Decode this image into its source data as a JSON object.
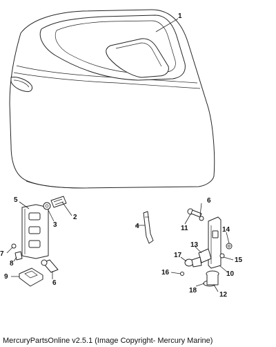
{
  "caption": "MercuryPartsOnline v2.5.1 (Image Copyright- Mercury Marine)",
  "callouts": {
    "c1": "1",
    "c2": "2",
    "c3": "3",
    "c4": "4",
    "c5": "5",
    "c6a": "6",
    "c6b": "6",
    "c7": "7",
    "c8": "8",
    "c9": "9",
    "c10": "10",
    "c11": "11",
    "c12": "12",
    "c13": "13",
    "c14": "14",
    "c15": "15",
    "c16": "16",
    "c17": "17",
    "c18": "18"
  }
}
